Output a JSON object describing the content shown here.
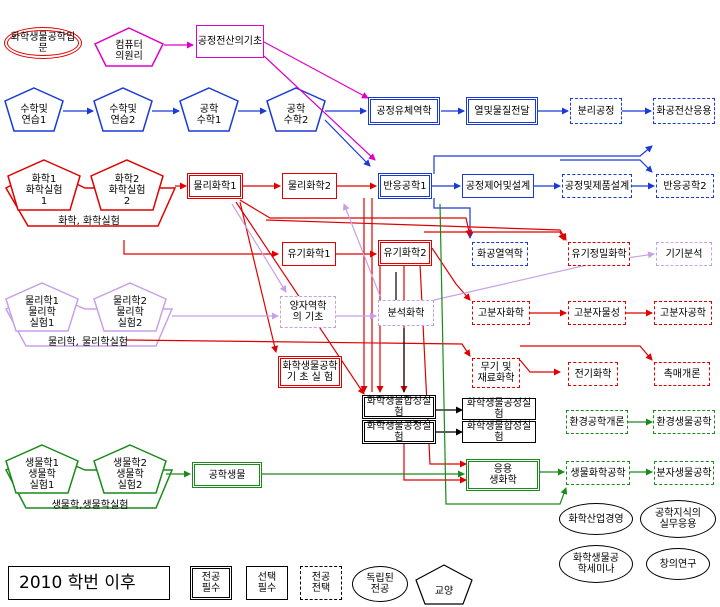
{
  "nodes": {
    "chem_intro": "화학생물공학입문",
    "computer": "컴퓨터\n의원리",
    "process_info": "공정전산의기초",
    "math1": "수학및\n연습1",
    "math2": "수학및\n연습2",
    "eng_math1": "공학\n수학1",
    "eng_math2": "공학\n수학2",
    "fluid": "공정유체역학",
    "heat": "열및물질전달",
    "separation": "분리공정",
    "chem_comp": "화공전산응용",
    "chem1": "화학1\n화학실험\n1",
    "chem2": "화학2\n화학실험\n2",
    "chem_group": "화학, 화학실험",
    "pchem1": "물리화학1",
    "pchem2": "물리화학2",
    "reaction1": "반응공학1",
    "control": "공정제어및설계",
    "design": "공정및제품설계",
    "reaction2": "반응공학2",
    "thermo": "화공열역학",
    "instrument": "유기정밀화학",
    "organic_analysis": "기기분석",
    "ochem1": "유기화학1",
    "ochem2": "유기화학2",
    "phys1": "물리학1\n물리학\n실험1",
    "phys2": "물리학2\n물리학\n실험2",
    "phys_group": "물리학, 물리학실험",
    "quantum": "양자역학\n의 기초",
    "analytical": "분석화학",
    "polymer_chem": "고분자화학",
    "polymer_prop": "고분자물성",
    "polymer_eng": "고분자공학",
    "inorganic": "무기 및\n재료화학",
    "electro": "전기화학",
    "catalysis": "촉매개론",
    "lab_basic": "화학생물공학\n기 초 실 험",
    "lab_synth1": "화학생물합성실험",
    "lab_proc1": "화학생물공정실험",
    "lab_proc2": "화학생물공정실험",
    "lab_synth2": "화학생물합성실험",
    "env_intro": "환경공학개론",
    "env_bio": "환경생물공학",
    "bio1": "생물학1\n생물학\n실험1",
    "bio2": "생물학2\n생물학\n실험2",
    "bio_group": "생물학,생물학실험",
    "eng_bio": "공학생물",
    "applied": "응용\n생화학",
    "bio_chem_eng": "생물화학공학",
    "mol_bio": "분자생물공학",
    "industry": "화학산업경영",
    "knowledge": "공학지식의\n실무응용",
    "seminar": "화학생물공\n학세미나",
    "creative": "창의연구"
  },
  "legend": {
    "title": "2010 학번 이후",
    "major_required": "전공\n필수",
    "elective_required": "선택\n필수",
    "major_elective": "전공\n전택",
    "independent": "독립된\n전공",
    "liberal": "교양"
  },
  "colors": {
    "red": "#e00000",
    "blue": "#1a3ad6",
    "magenta": "#e000c8",
    "green": "#1a8a1a",
    "lavender": "#c8a0e8",
    "black": "#000000"
  }
}
